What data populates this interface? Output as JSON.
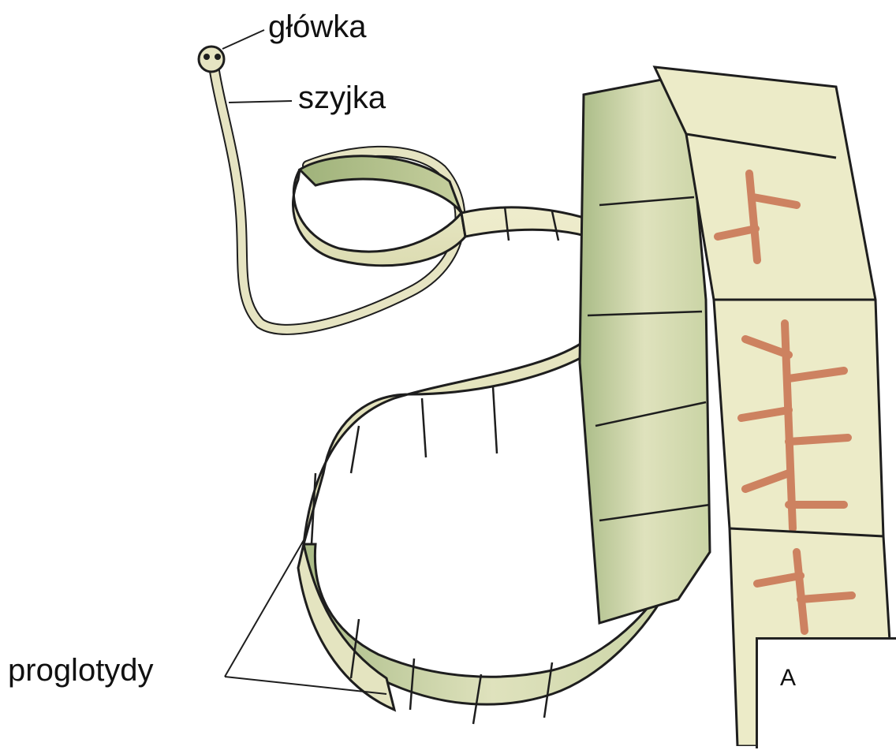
{
  "labels": {
    "head": "główka",
    "neck": "szyjka",
    "proglottids": "proglotydy"
  },
  "inset": {
    "letter": "A"
  },
  "colors": {
    "segment_fill": "#e8e6c4",
    "segment_shade": "#b9c79a",
    "segment_dark": "#93a873",
    "uterus": "#c8704f",
    "outline": "#1e1e1e"
  }
}
